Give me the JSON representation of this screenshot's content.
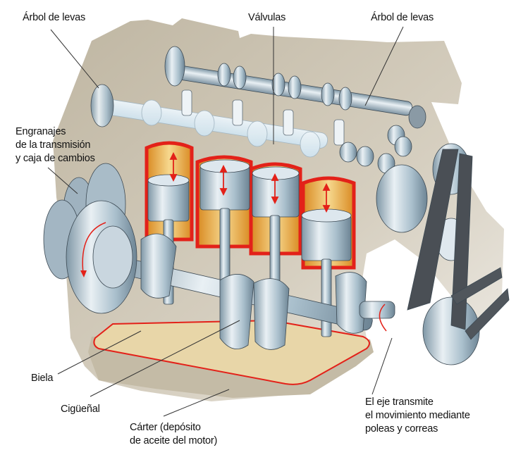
{
  "title": "Motor de combustión interna de cuatro cilindros",
  "labels": {
    "camshaft_left": "Árbol de levas",
    "valves": "Válvulas",
    "camshaft_right": "Árbol de levas",
    "gears": [
      "Engranajes",
      "de la transmisión",
      "y caja de cambios"
    ],
    "connecting_rod": "Biela",
    "crankshaft": "Cigüeñal",
    "oil_pan": [
      "Cárter (depósito",
      "de aceite del motor)"
    ],
    "shaft_note": [
      "El eje transmite",
      "el movimiento mediante",
      "poleas y correas"
    ]
  },
  "colors": {
    "block": "#c2b9a6",
    "oil": "#e8d6a8",
    "cylinder_red": "#e32119",
    "cylinder_gold": "#e7a33c",
    "metal": "#a9bfcc",
    "metal_dark": "#5f6d78",
    "belt": "#4a4f55",
    "arrow": "#e32119"
  },
  "cylinders": 4
}
